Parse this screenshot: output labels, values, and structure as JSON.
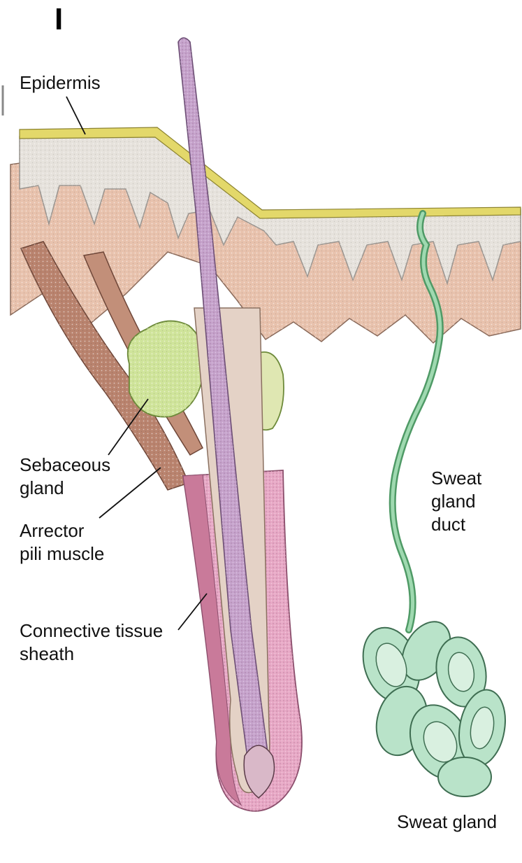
{
  "panel_letter": "I",
  "labels": {
    "epidermis": "Epidermis",
    "sebaceous_gland": "Sebaceous\ngland",
    "arrector_pili_muscle": "Arrector\npili muscle",
    "connective_tissue_sheath": "Connective tissue\nsheath",
    "sweat_gland_duct": "Sweat\ngland\nduct",
    "sweat_gland": "Sweat gland"
  },
  "colors": {
    "epidermis_surface": "#e3d86a",
    "epidermis_stratum": "#e6e2dc",
    "dermis": "#e8c2ad",
    "hair_shaft": "#c6a3cc",
    "follicle_sheath": "#e8a9c6",
    "sebaceous_gland": "#cfe49a",
    "arrector_pili": "#b9836e",
    "sweat_gland": "#b9e3c9",
    "sweat_duct": "#62b87e"
  }
}
